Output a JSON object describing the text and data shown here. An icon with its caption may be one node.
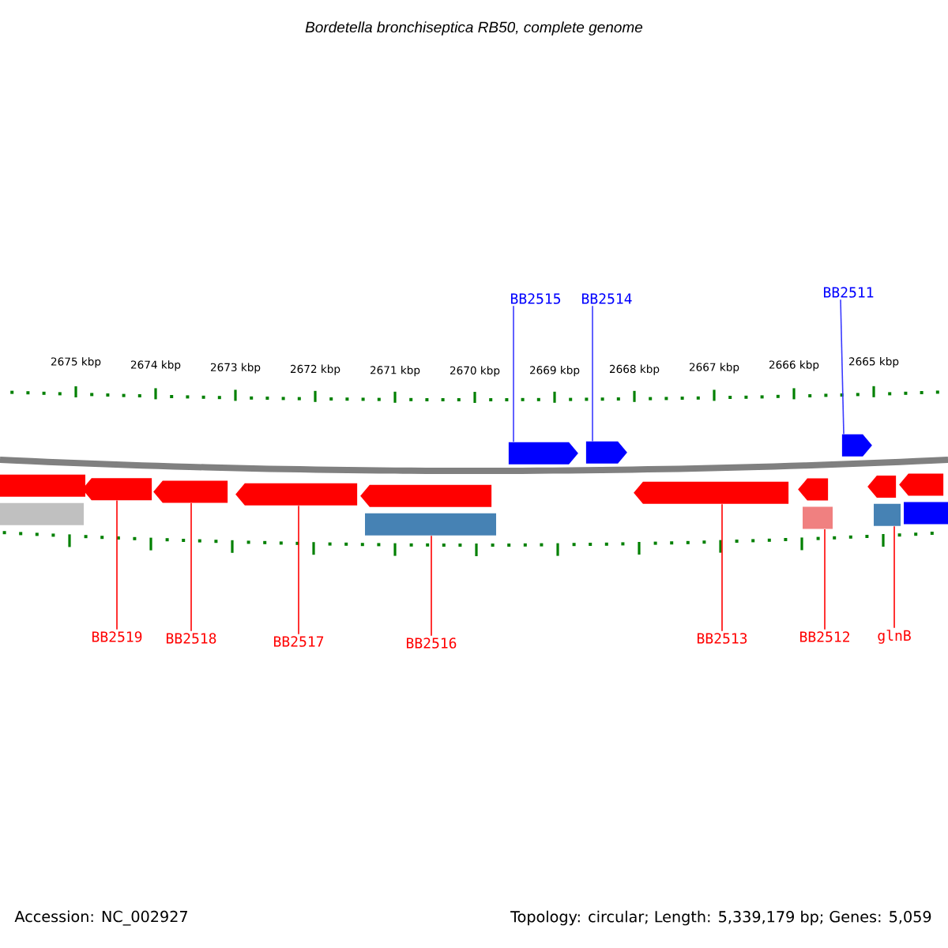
{
  "diagram": {
    "title": "Bordetella bronchiseptica RB50, complete genome",
    "nodes": [
      {
        "text": [
          "BB2515"
        ]
      },
      {
        "text": [
          "BB2514"
        ]
      },
      {
        "text": [
          "BB2511"
        ]
      },
      {
        "text": [],
        "shape": "pentagon"
      },
      {
        "text": [],
        "shape": "pentagon"
      },
      {
        "text": [],
        "shape": "pentagon"
      },
      {
        "text": [],
        "shape": "bar"
      },
      {
        "text": [],
        "shape": "pentagon"
      },
      {
        "text": [],
        "shape": "pentagon"
      },
      {
        "text": [],
        "shape": "pentagon"
      },
      {
        "text": [],
        "shape": "pentagon"
      },
      {
        "text": [],
        "shape": "pentagon"
      },
      {
        "text": [],
        "shape": "pentagon"
      },
      {
        "text": [],
        "shape": "pentagon"
      },
      {
        "text": [],
        "shape": "pentagon"
      },
      {
        "text": [],
        "shape": "bar"
      },
      {
        "text": [],
        "shape": "bar"
      },
      {
        "text": [],
        "shape": "bar"
      },
      {
        "text": [],
        "shape": "bar"
      },
      {
        "text": [],
        "shape": "bar"
      },
      {
        "text": [
          "BB2519"
        ]
      },
      {
        "text": [
          "BB2518"
        ]
      },
      {
        "text": [
          "BB2517"
        ]
      },
      {
        "text": [
          "BB2516"
        ]
      },
      {
        "text": [
          "BB2513"
        ]
      },
      {
        "text": [
          "BB2512"
        ]
      },
      {
        "text": [
          "glnB"
        ]
      }
    ],
    "edges": [
      {
        "from": 0,
        "to": 3,
        "arrow": "none",
        "color": "#3a3aff"
      },
      {
        "from": 1,
        "to": 4,
        "arrow": "none",
        "color": "#3a3aff"
      },
      {
        "from": 2,
        "to": 5,
        "arrow": "none",
        "color": "#3a3aff"
      },
      {
        "from": 20,
        "to": 7,
        "arrow": "none"
      },
      {
        "from": 21,
        "to": 8,
        "arrow": "none"
      },
      {
        "from": 22,
        "to": 9,
        "arrow": "none"
      },
      {
        "from": 23,
        "to": 16,
        "arrow": "none"
      },
      {
        "from": 24,
        "to": 11,
        "arrow": "none"
      },
      {
        "from": 25,
        "to": 17,
        "arrow": "none"
      },
      {
        "from": 26,
        "to": 18,
        "arrow": "none"
      }
    ],
    "labels": [
      "2675 kbp",
      "2674 kbp",
      "2673 kbp",
      "2672 kbp",
      "2671 kbp",
      "2670 kbp",
      "2669 kbp",
      "2668 kbp",
      "2667 kbp",
      "2666 kbp",
      "2665 kbp",
      "Accession: NC_002927",
      "Topology: circular; Length: 5,339,179 bp; Genes: 5,059"
    ]
  }
}
